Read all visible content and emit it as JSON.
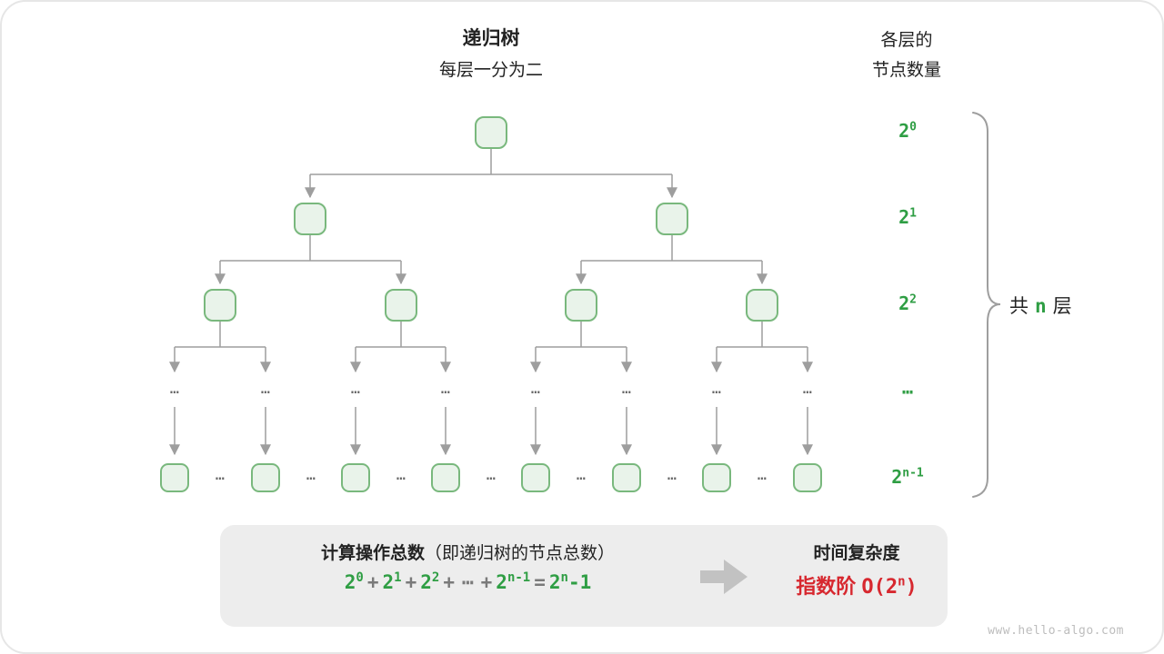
{
  "header": {
    "title": "递归树",
    "subtitle": "每层一分为二",
    "nodes_col_line1": "各层的",
    "nodes_col_line2": "节点数量"
  },
  "tree": {
    "ellipsis": "⋯"
  },
  "levels": [
    {
      "base": "2",
      "exp": "0"
    },
    {
      "base": "2",
      "exp": "1"
    },
    {
      "base": "2",
      "exp": "2"
    },
    {
      "ellipsis": "⋯"
    },
    {
      "base": "2",
      "exp": "n-1"
    }
  ],
  "brace": {
    "prefix": "共",
    "n": "n",
    "suffix": "层"
  },
  "summary": {
    "left_title_bold": "计算操作总数",
    "left_title_rest": "（即递归树的节点总数）",
    "formula": [
      {
        "base": "2",
        "exp": "0"
      },
      {
        "text": "+"
      },
      {
        "base": "2",
        "exp": "1"
      },
      {
        "text": "+"
      },
      {
        "base": "2",
        "exp": "2"
      },
      {
        "text": "+"
      },
      {
        "text": "⋯"
      },
      {
        "text": "+"
      },
      {
        "base": "2",
        "exp": "n-1"
      },
      {
        "text": "="
      },
      {
        "base": "2",
        "exp": "n",
        "suffix": "-1"
      }
    ],
    "right_title": "时间复杂度",
    "right_value_prefix": "指数阶",
    "right_value_open": "O(2",
    "right_value_exp": "n",
    "right_value_close": ")"
  },
  "watermark": "www.hello-algo.com",
  "colors": {
    "green": "#2F9E44",
    "red": "#D7282F",
    "node_fill": "#E9F3EA",
    "node_border": "#79B87D",
    "gray_line": "#9E9E9E",
    "box_bg": "#EDEDED"
  }
}
